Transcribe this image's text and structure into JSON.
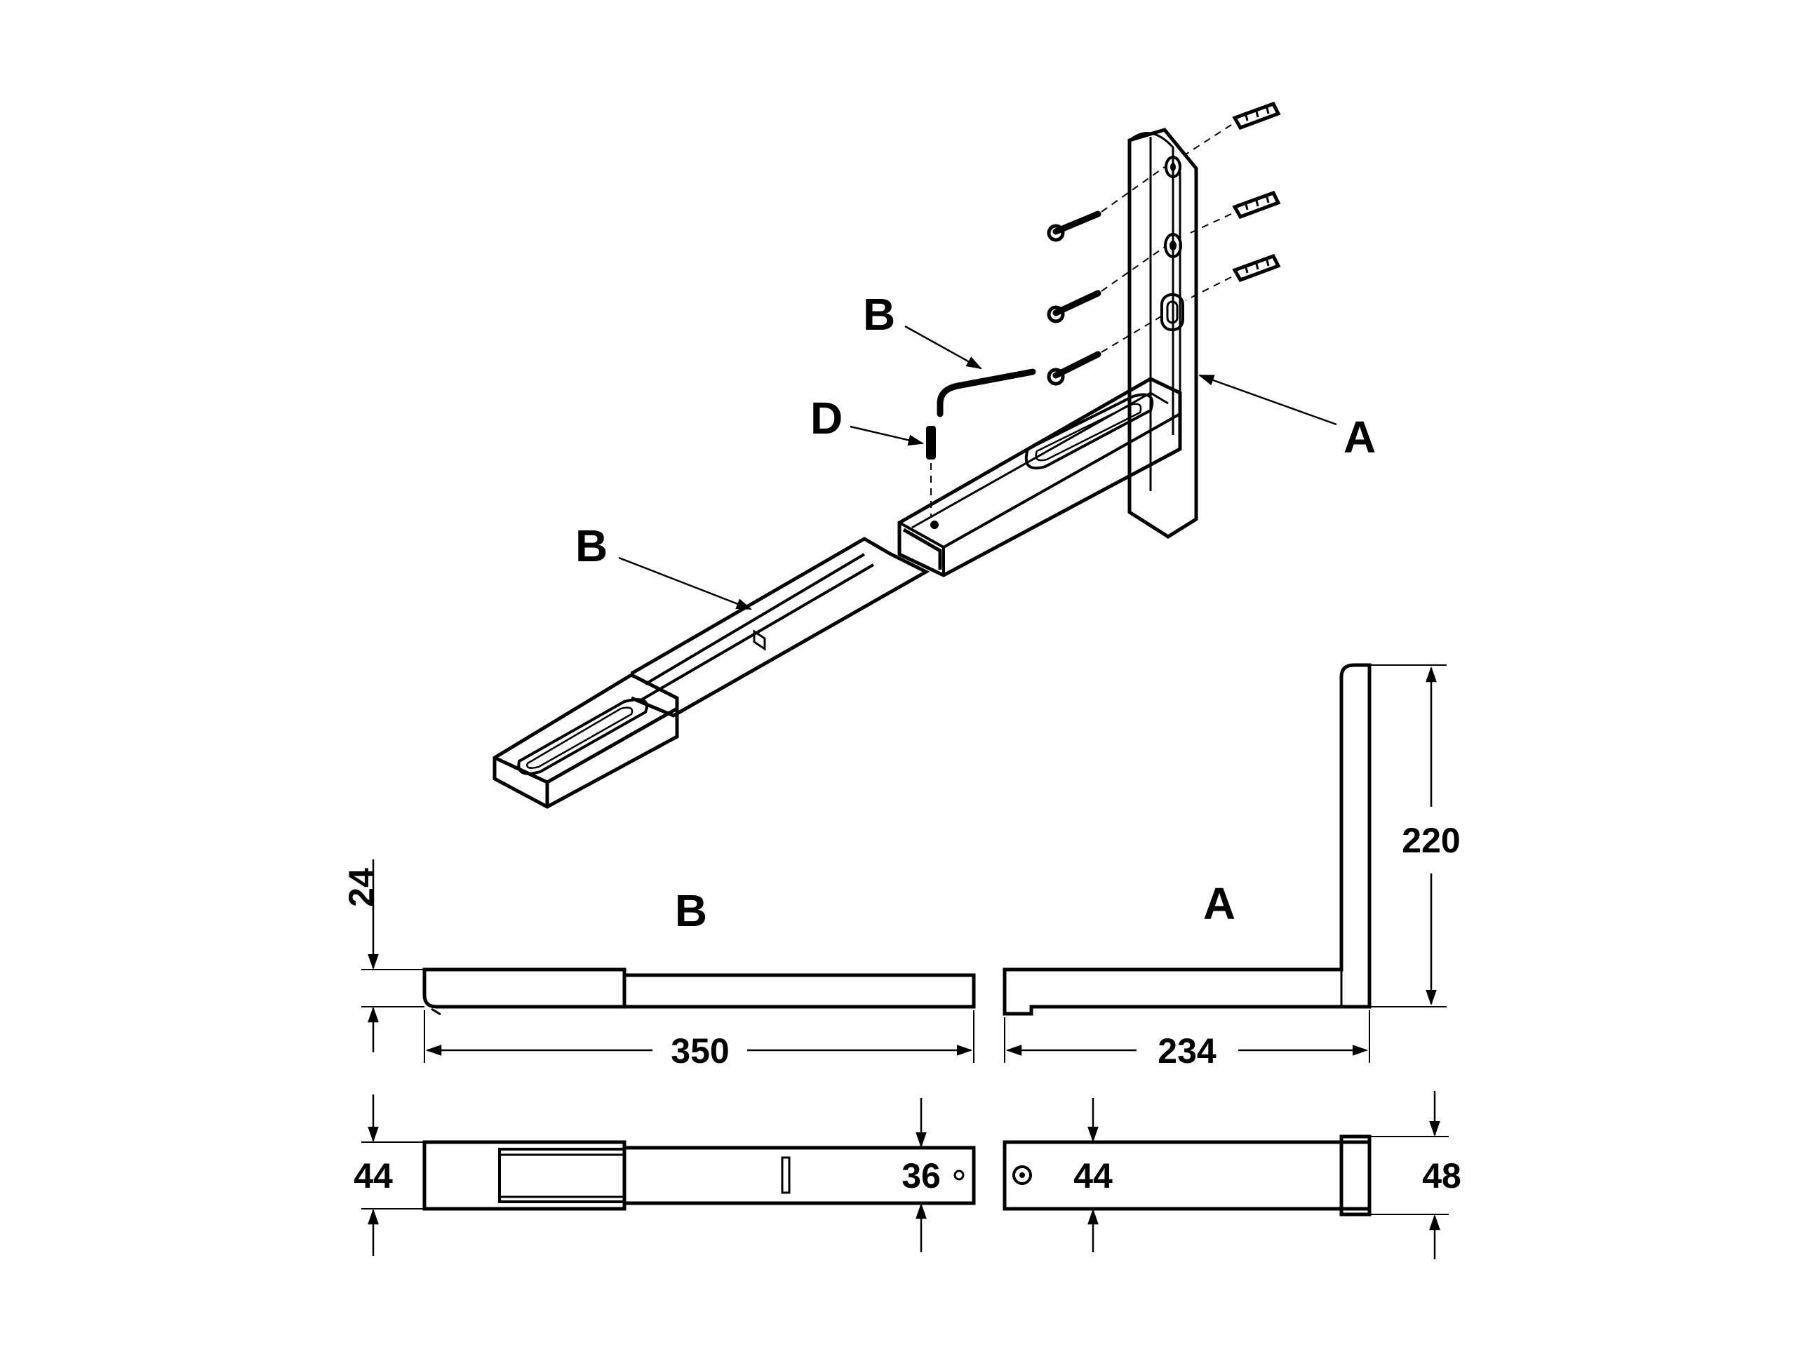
{
  "labels": {
    "callout_b_upper": "B",
    "callout_d": "D",
    "callout_a": "A",
    "callout_b_lower": "B",
    "view_b": "B",
    "view_a": "A"
  },
  "dimensions": {
    "height_b": "24",
    "length_b": "350",
    "length_a": "234",
    "height_a": "220",
    "width_b_outer": "44",
    "width_b_inner": "36",
    "width_a_inner": "44",
    "width_a_outer": "48"
  }
}
